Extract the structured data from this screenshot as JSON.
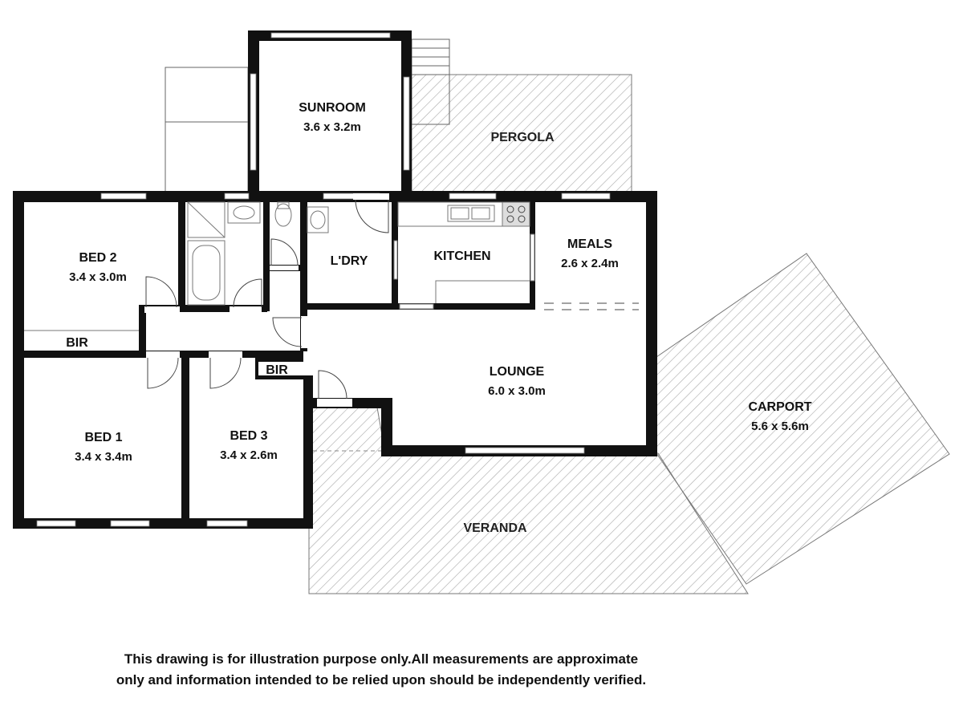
{
  "rooms": {
    "sunroom": {
      "name": "SUNROOM",
      "size": "3.6 x 3.2m"
    },
    "bed2": {
      "name": "BED 2",
      "size": "3.4 x 3.0m"
    },
    "bed1": {
      "name": "BED 1",
      "size": "3.4 x 3.4m"
    },
    "bed3": {
      "name": "BED 3",
      "size": "3.4 x 2.6m"
    },
    "laundry": {
      "name": "L'DRY"
    },
    "kitchen": {
      "name": "KITCHEN"
    },
    "meals": {
      "name": "MEALS",
      "size": "2.6 x 2.4m"
    },
    "lounge": {
      "name": "LOUNGE",
      "size": "6.0 x 3.0m"
    },
    "bir_left": {
      "name": "BIR"
    },
    "bir_right": {
      "name": "BIR"
    }
  },
  "outdoor": {
    "pergola": {
      "name": "PERGOLA"
    },
    "veranda": {
      "name": "VERANDA"
    },
    "carport": {
      "name": "CARPORT",
      "size": "5.6 x 5.6m"
    }
  },
  "disclaimer": {
    "line1": "This drawing is for illustration purpose only.All measurements are approximate",
    "line2": "only and information intended to be relied upon should be independently verified."
  },
  "colors": {
    "wall": "#111111",
    "hatch": "#9a9a9a",
    "outline": "#555555",
    "fixture": "#888888"
  }
}
